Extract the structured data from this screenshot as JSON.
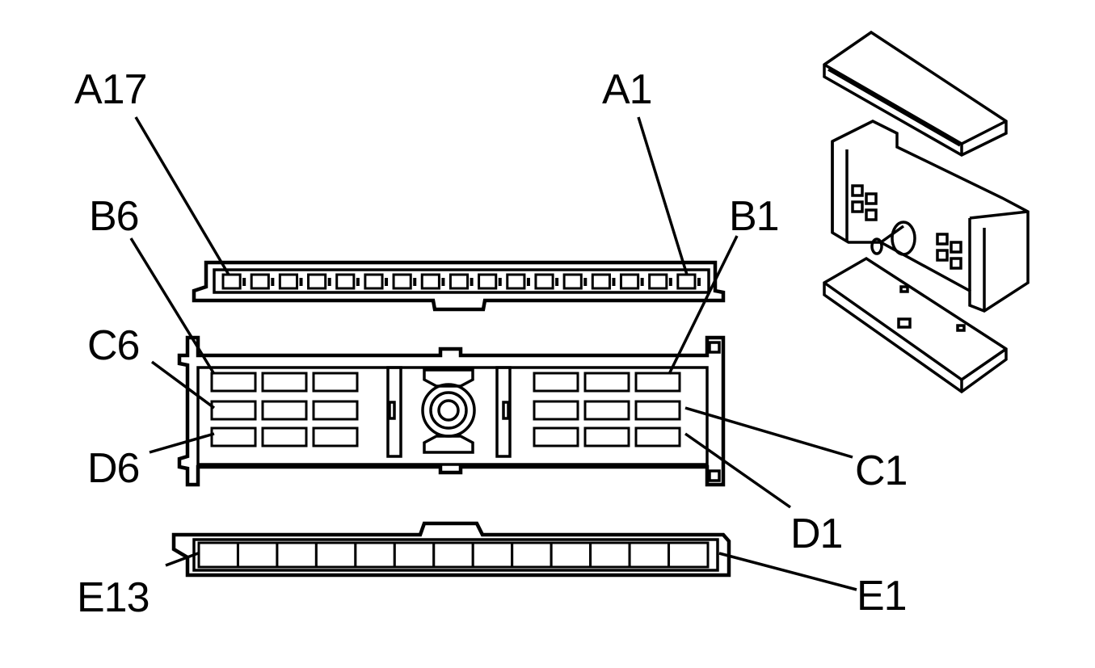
{
  "diagram": {
    "labels": {
      "a17": "A17",
      "a1": "A1",
      "b6": "B6",
      "b1": "B1",
      "c6": "C6",
      "c1": "C1",
      "d6": "D6",
      "d1": "D1",
      "e13": "E13",
      "e1": "E1"
    },
    "pin_counts": {
      "row_a": 17,
      "row_e": 13,
      "rows_bcd_per_side": 3
    }
  }
}
